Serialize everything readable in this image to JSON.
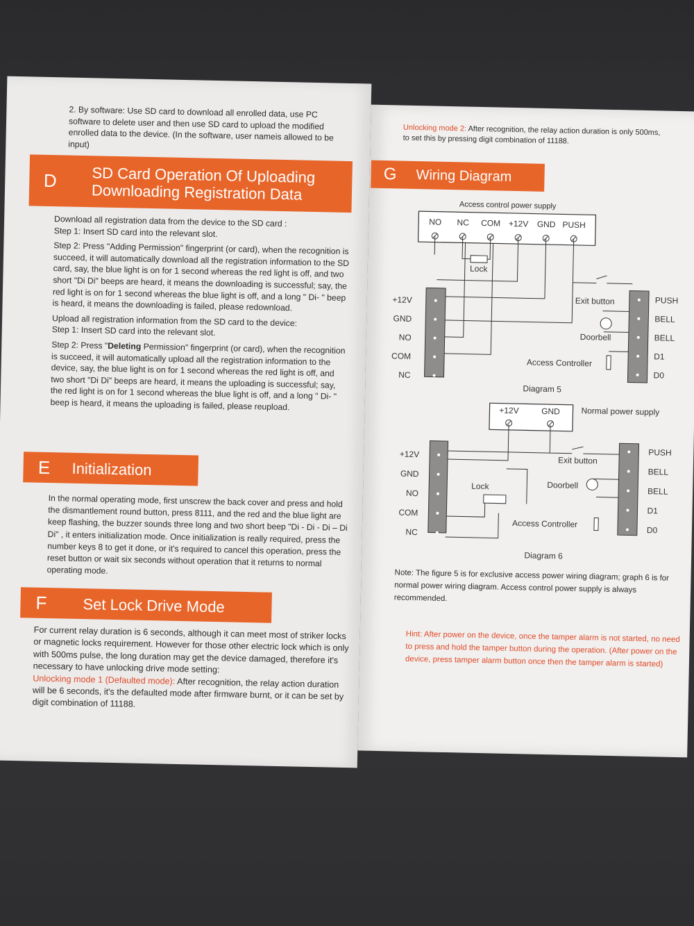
{
  "left": {
    "intro": "2. By software: Use SD card to download all enrolled data, use PC software to delete user and then use SD card to upload the modified enrolled data to the device. (In the software, user nameis allowed to be input)",
    "sectionD": {
      "letter": "D",
      "title_line1": "SD Card Operation Of Uploading",
      "title_line2": "Downloading Registration Data",
      "p1": "Download all registration data from the device to the SD card :",
      "p2": "Step 1: Insert SD card into the relevant slot.",
      "p3": "Step 2: Press \"Adding Permission\" fingerprint (or card), when the recognition is succeed, it will automatically download all the registration information to the SD card, say, the blue light is on for 1 second whereas the red light is off, and two short \"Di Di\" beeps are heard, it means the downloading is successful; say, the red light is on for 1 second whereas the blue light is off, and a long \" Di- \" beep is heard, it means the downloading is failed, please redownload.",
      "p4": "Upload all registration information from the SD card to the device:",
      "p5": "Step 1: Insert SD card into the relevant slot.",
      "p6_prefix": "Step 2: Press \"",
      "p6_bold": "Deleting",
      "p6_rest": " Permission\" fingerprint (or card), when the recognition is succeed, it will automatically upload all the registration information to the device, say, the blue light is on for 1 second whereas the red light is off, and two short \"Di Di\" beeps are heard, it means the uploading is successful; say, the red light is on for 1 second whereas the blue light is off, and a long \" Di- \" beep is heard, it means the uploading is failed, please reupload."
    },
    "sectionE": {
      "letter": "E",
      "title": "Initialization",
      "body": "In the normal operating mode, first unscrew the back cover and press and hold the dismantlement round button, press 8111, and the red and the blue light are keep flashing, the buzzer sounds three long and two short beep \"Di - Di - Di – Di Di\" , it enters initialization mode. Once initialization is really required, press the number keys 8 to get it done, or it's required to cancel this operation, press the reset button or wait six seconds without operation that it returns to normal operating mode."
    },
    "sectionF": {
      "letter": "F",
      "title": "Set Lock Drive Mode",
      "body": "For current relay duration is 6 seconds, although it can meet most of striker locks or magnetic locks requirement. However for those other electric lock which is only with 500ms pulse, the long duration may get the device damaged, therefore it's necessary to have unlocking drive mode setting:",
      "mode1_label": "Unlocking mode 1 (Defaulted mode):",
      "mode1_text": " After recognition, the relay action duration will be 6 seconds, it's the defaulted mode after firmware burnt, or it can be set by digit combination of 11188."
    }
  },
  "right": {
    "mode2_label": "Unlocking mode 2:",
    "mode2_text": " After recognition, the relay action duration is only 500ms, to set this by pressing digit combination of 11188.",
    "sectionG": {
      "letter": "G",
      "title": "Wiring Diagram"
    },
    "diagram5": {
      "supply_title": "Access control power supply",
      "supply_terminals": [
        "NO",
        "NC",
        "COM",
        "+12V",
        "GND",
        "PUSH"
      ],
      "left_terminals": [
        "+12V",
        "GND",
        "NO",
        "COM",
        "NC"
      ],
      "right_terminals": [
        "PUSH",
        "BELL",
        "BELL",
        "D1",
        "D0"
      ],
      "lock": "Lock",
      "exit_button": "Exit button",
      "doorbell": "Doorbell",
      "controller": "Access Controller",
      "caption": "Diagram 5"
    },
    "diagram6": {
      "supply_terminals": [
        "+12V",
        "GND"
      ],
      "supply_title": "Normal power supply",
      "left_terminals": [
        "+12V",
        "GND",
        "NO",
        "COM",
        "NC"
      ],
      "right_terminals": [
        "PUSH",
        "BELL",
        "BELL",
        "D1",
        "D0"
      ],
      "lock": "Lock",
      "exit_button": "Exit button",
      "doorbell": "Doorbell",
      "controller": "Access Controller",
      "caption": "Diagram 6"
    },
    "note": "Note: The figure 5 is for exclusive access power wiring diagram; graph 6 is for normal power wiring diagram. Access control power supply is always recommended.",
    "hint": "Hint: After power on the device, once the tamper alarm is not started, no need to press and hold the tamper button during the operation. (After power on the device, press tamper alarm button once then the tamper alarm is started)"
  },
  "colors": {
    "accent": "#e8652a",
    "red_text": "#e04a28",
    "terminal_block": "#8e8d8c"
  }
}
